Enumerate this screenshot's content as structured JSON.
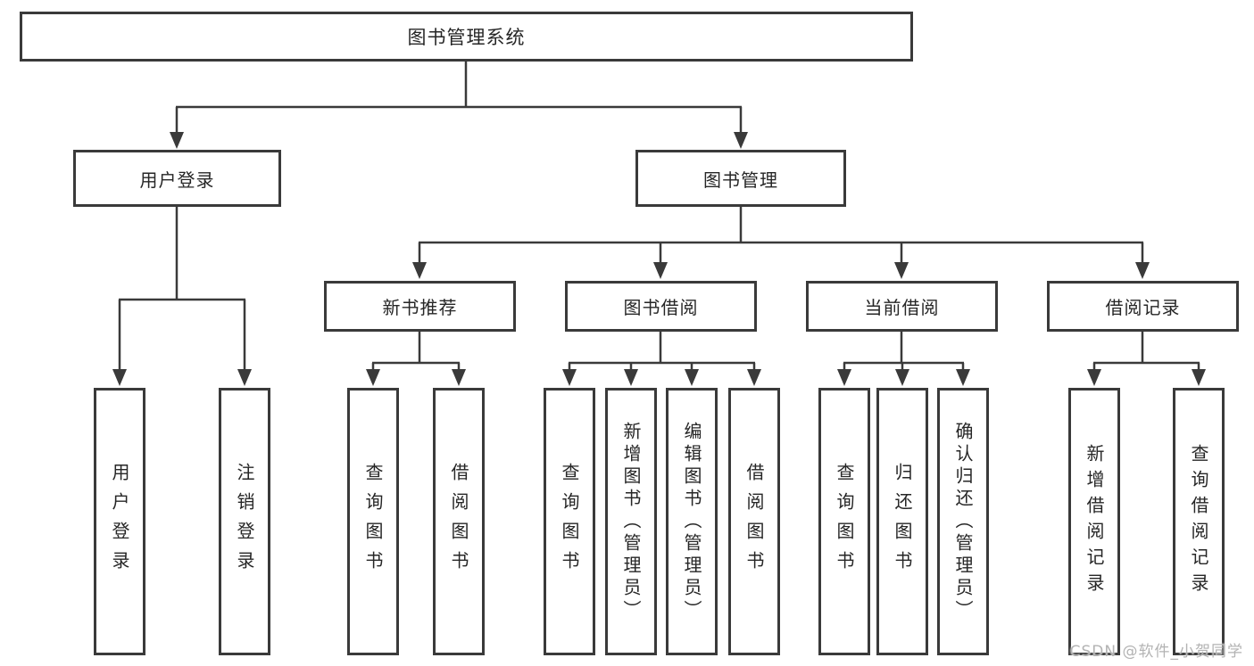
{
  "colors": {
    "line": "#3a3a3a",
    "box_border": "#3a3a3a",
    "box_bg": "#ffffff",
    "text": "#262626",
    "watermark": "#b3b3b3"
  },
  "tree": {
    "label": "图书管理系统",
    "children": [
      {
        "label": "用户登录",
        "children": [
          {
            "label": "用户登录"
          },
          {
            "label": "注销登录"
          }
        ]
      },
      {
        "label": "图书管理",
        "children": [
          {
            "label": "新书推荐",
            "children": [
              {
                "label": "查询图书"
              },
              {
                "label": "借阅图书"
              }
            ]
          },
          {
            "label": "图书借阅",
            "children": [
              {
                "label": "查询图书"
              },
              {
                "label": "新增图书（管理员）"
              },
              {
                "label": "编辑图书（管理员）"
              },
              {
                "label": "借阅图书"
              }
            ]
          },
          {
            "label": "当前借阅",
            "children": [
              {
                "label": "查询图书"
              },
              {
                "label": "归还图书"
              },
              {
                "label": "确认归还（管理员）"
              }
            ]
          },
          {
            "label": "借阅记录",
            "children": [
              {
                "label": "新增借阅记录"
              },
              {
                "label": "查询借阅记录"
              }
            ]
          }
        ]
      }
    ]
  },
  "watermark": {
    "text": "CSDN @软件_小贺同学"
  }
}
